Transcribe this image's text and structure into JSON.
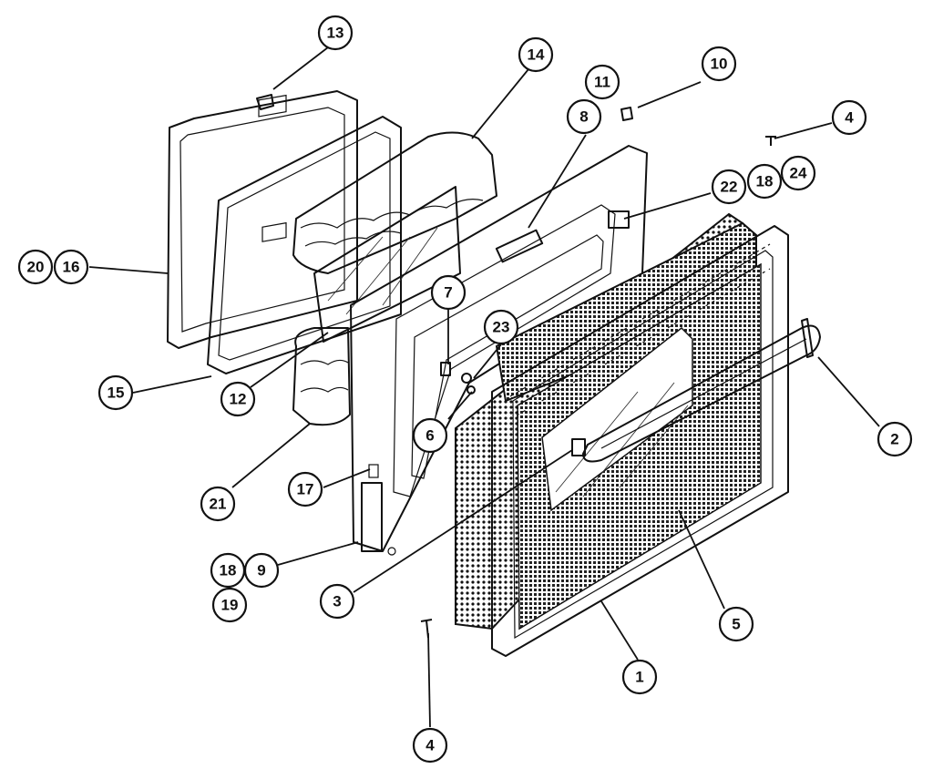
{
  "callouts": [
    {
      "id": "c13",
      "label": "13"
    },
    {
      "id": "c14",
      "label": "14"
    },
    {
      "id": "c11",
      "label": "11"
    },
    {
      "id": "c8",
      "label": "8"
    },
    {
      "id": "c10",
      "label": "10"
    },
    {
      "id": "c4a",
      "label": "4"
    },
    {
      "id": "c22",
      "label": "22"
    },
    {
      "id": "c18a",
      "label": "18"
    },
    {
      "id": "c24",
      "label": "24"
    },
    {
      "id": "c20",
      "label": "20"
    },
    {
      "id": "c16",
      "label": "16"
    },
    {
      "id": "c7",
      "label": "7"
    },
    {
      "id": "c23",
      "label": "23"
    },
    {
      "id": "c6",
      "label": "6"
    },
    {
      "id": "c2",
      "label": "2"
    },
    {
      "id": "c15",
      "label": "15"
    },
    {
      "id": "c12",
      "label": "12"
    },
    {
      "id": "c17",
      "label": "17"
    },
    {
      "id": "c21",
      "label": "21"
    },
    {
      "id": "c18b",
      "label": "18"
    },
    {
      "id": "c9",
      "label": "9"
    },
    {
      "id": "c19",
      "label": "19"
    },
    {
      "id": "c3",
      "label": "3"
    },
    {
      "id": "c5",
      "label": "5"
    },
    {
      "id": "c1",
      "label": "1"
    },
    {
      "id": "c4b",
      "label": "4"
    }
  ]
}
